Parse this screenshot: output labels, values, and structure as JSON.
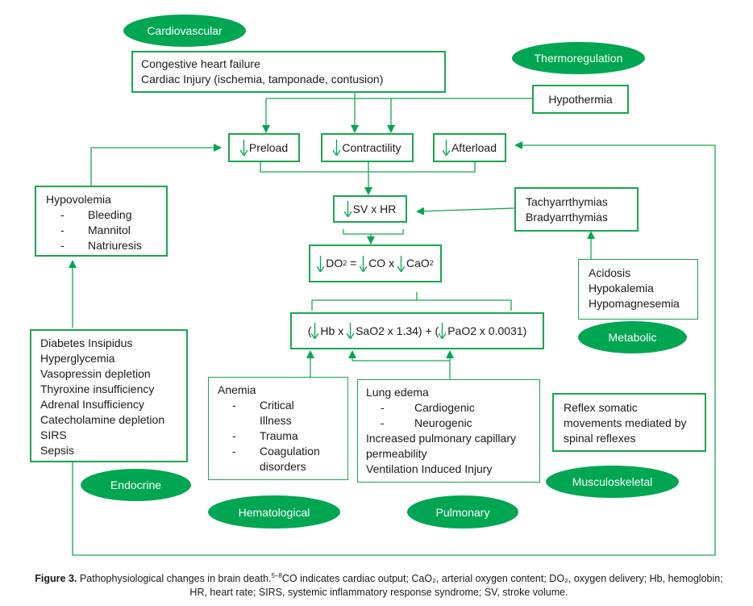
{
  "colors": {
    "accent": "#00a651",
    "border": "#1aa650"
  },
  "ovals": {
    "cardiovascular": "Cardiovascular",
    "thermoregulation": "Thermoregulation",
    "metabolic": "Metabolic",
    "endocrine": "Endocrine",
    "hematological": "Hematological",
    "pulmonary": "Pulmonary",
    "musculoskeletal": "Musculoskeletal"
  },
  "cardio_box": [
    "Congestive heart failure",
    "Cardiac Injury (ischemia, tamponade, contusion)"
  ],
  "hypothermia": "Hypothermia",
  "preload": "Preload",
  "contractility": "Contractility",
  "afterload": "Afterload",
  "sv_hr": "SV x HR",
  "arrhythmias": [
    "Tachyarrthymias",
    "Bradyarrthymias"
  ],
  "do2": {
    "lhs": "DO",
    "sub": "2",
    "eq": " = ",
    "co": "CO x ",
    "cao": "CaO",
    "cao_sub": "2"
  },
  "formula": {
    "p1": "(",
    "hb": "Hb x ",
    "sao": "SaO2 x 1.34) + (",
    "pao": "PaO2 x 0.0031)"
  },
  "hypovolemia": {
    "title": "Hypovolemia",
    "items": [
      "Bleeding",
      "Mannitol",
      "Natriuresis"
    ]
  },
  "metabolic_box": [
    "Acidosis",
    "Hypokalemia",
    "Hypomagnesemia"
  ],
  "endocrine_box": [
    "Diabetes Insipidus",
    "Hyperglycemia",
    "Vasopressin depletion",
    "Thyroxine insufficiency",
    "Adrenal Insufficiency",
    "Catecholamine depletion",
    "SIRS",
    "Sepsis"
  ],
  "anemia": {
    "title": "Anemia",
    "items": [
      "Critical Illness",
      "Trauma",
      "Coagulation disorders"
    ]
  },
  "pulmonary_box": {
    "title": "Lung edema",
    "items": [
      "Cardiogenic",
      "Neurogenic"
    ],
    "lines": [
      "Increased pulmonary capillary permeability",
      "Ventilation Induced Injury"
    ]
  },
  "reflex": "Reflex somatic movements mediated by spinal reflexes",
  "caption": {
    "label": "Figure 3.",
    "text": " Pathophysiological changes in brain death.",
    "refs": "5–8",
    "rest": "CO indicates cardiac output; CaO₂, arterial oxygen content; DO₂, oxygen delivery; Hb, hemoglobin; HR, heart rate; SIRS, systemic inflammatory response syndrome; SV, stroke volume."
  }
}
